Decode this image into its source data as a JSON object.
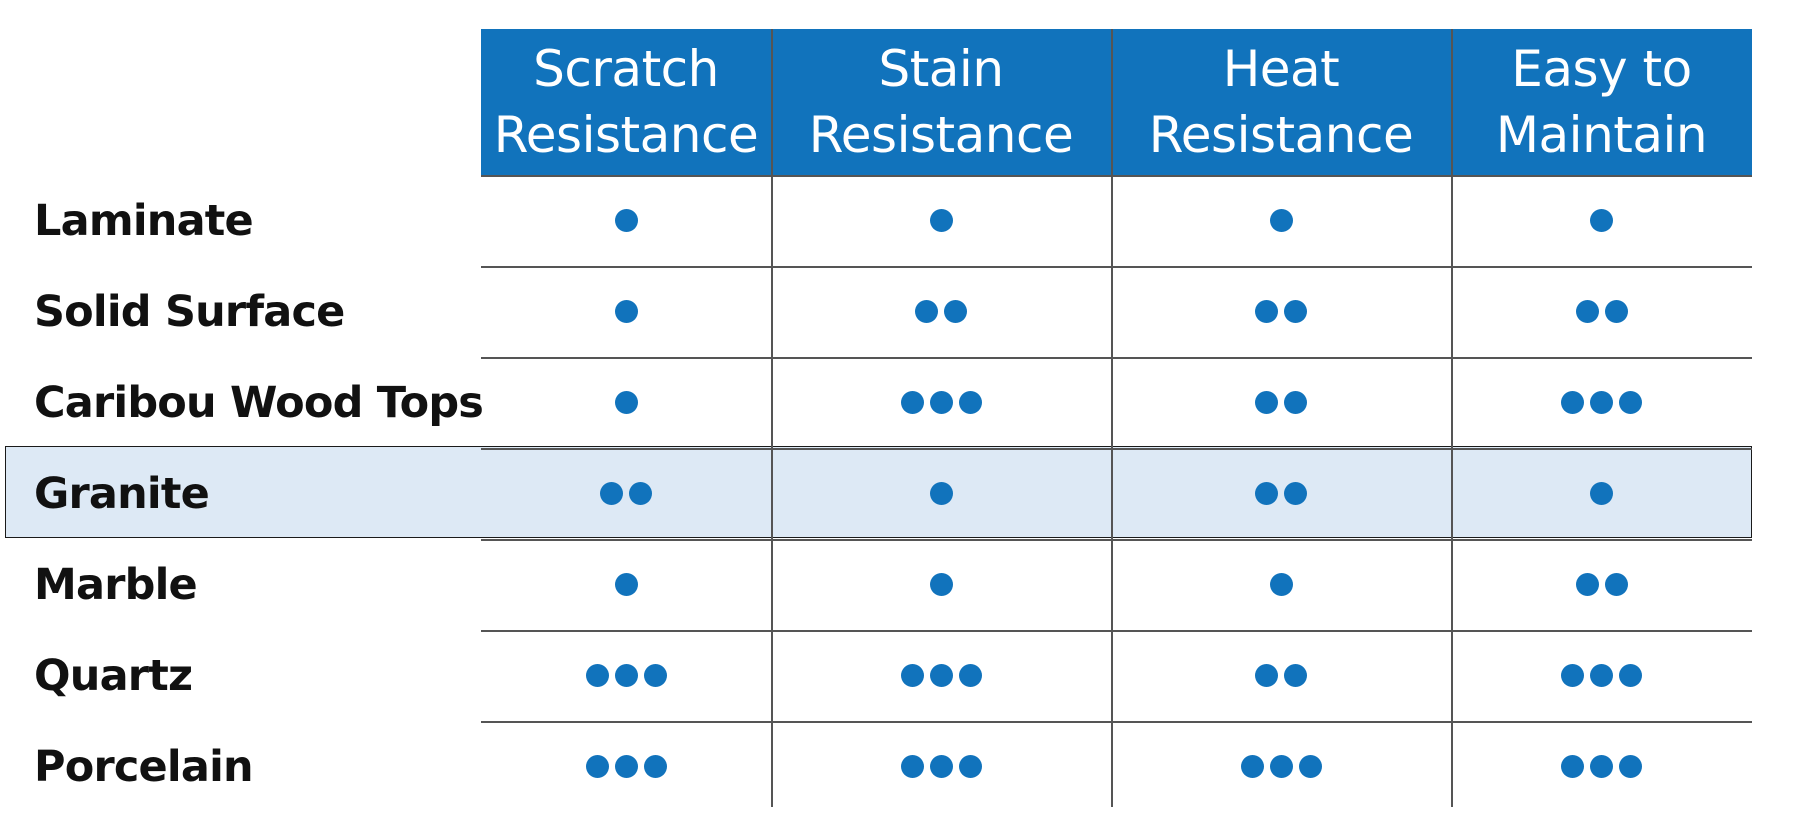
{
  "chart_data": {
    "type": "table",
    "title": "",
    "columns": [
      "Scratch\nResistance",
      "Stain\nResistance",
      "Heat\nResistance",
      "Easy to\nMaintain"
    ],
    "rows": [
      {
        "label": "Laminate",
        "values": [
          1,
          1,
          1,
          1
        ]
      },
      {
        "label": "Solid Surface",
        "values": [
          1,
          2,
          2,
          2
        ]
      },
      {
        "label": "Caribou Wood Tops",
        "values": [
          1,
          3,
          2,
          3
        ]
      },
      {
        "label": "Granite",
        "values": [
          2,
          1,
          2,
          1
        ],
        "highlighted": true
      },
      {
        "label": "Marble",
        "values": [
          1,
          1,
          1,
          2
        ]
      },
      {
        "label": "Quartz",
        "values": [
          3,
          3,
          2,
          3
        ]
      },
      {
        "label": "Porcelain",
        "values": [
          3,
          3,
          3,
          3
        ]
      }
    ],
    "max_rating": 3
  },
  "colors": {
    "header_bg": "#1173bc",
    "header_text": "#ffffff",
    "dot": "#1173bc",
    "highlight_bg": "#dde9f5",
    "grid": "#555555",
    "label_text": "#111111"
  }
}
